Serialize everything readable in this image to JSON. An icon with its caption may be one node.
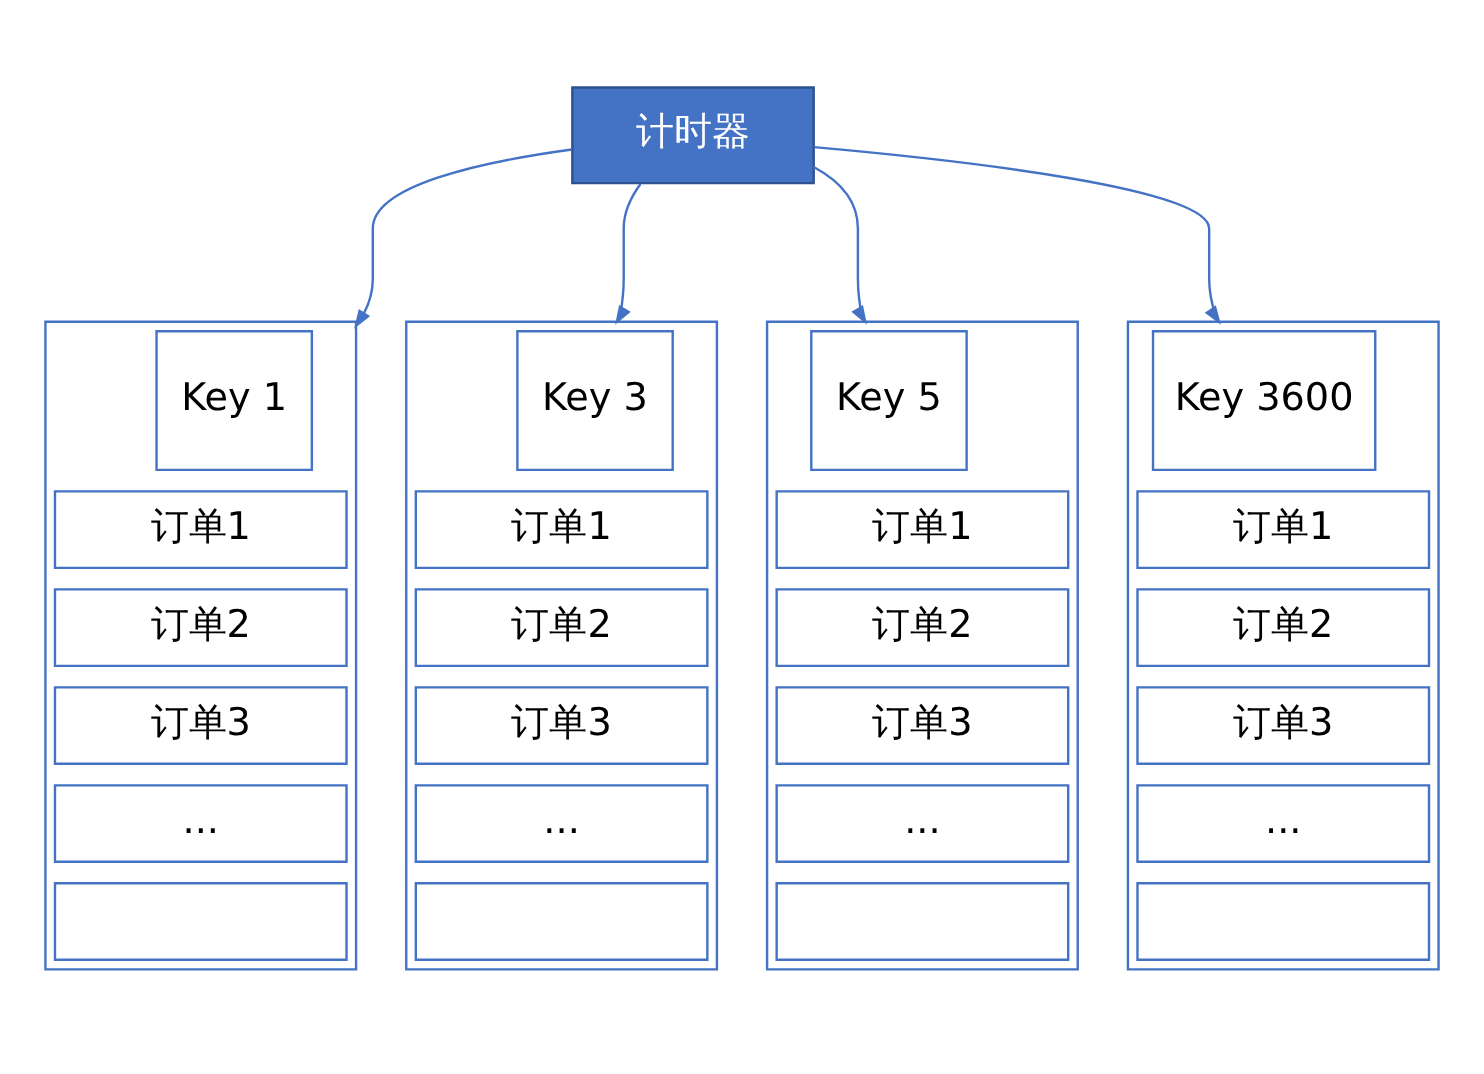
{
  "diagram": {
    "nodes": [
      {
        "text": [
          "计时器"
        ]
      },
      {
        "text": [],
        "shape": "box"
      },
      {
        "text": [
          "Key 1"
        ],
        "in": 1
      },
      {
        "text": [
          "订单1"
        ],
        "in": 1
      },
      {
        "text": [
          "订单2"
        ],
        "in": 1
      },
      {
        "text": [
          "订单3"
        ],
        "in": 1
      },
      {
        "text": [
          "..."
        ],
        "in": 1
      },
      {
        "text": [],
        "shape": "box",
        "in": 1
      },
      {
        "text": [],
        "shape": "box"
      },
      {
        "text": [
          "Key 3"
        ],
        "in": 8
      },
      {
        "text": [
          "订单1"
        ],
        "in": 8
      },
      {
        "text": [
          "订单2"
        ],
        "in": 8
      },
      {
        "text": [
          "订单3"
        ],
        "in": 8
      },
      {
        "text": [
          "..."
        ],
        "in": 8
      },
      {
        "text": [],
        "shape": "box",
        "in": 8
      },
      {
        "text": [],
        "shape": "box"
      },
      {
        "text": [
          "Key 5"
        ],
        "in": 15
      },
      {
        "text": [
          "订单1"
        ],
        "in": 15
      },
      {
        "text": [
          "订单2"
        ],
        "in": 15
      },
      {
        "text": [
          "订单3"
        ],
        "in": 15
      },
      {
        "text": [
          "..."
        ],
        "in": 15
      },
      {
        "text": [],
        "shape": "box",
        "in": 15
      },
      {
        "text": [],
        "shape": "box"
      },
      {
        "text": [
          "Key 3600"
        ],
        "in": 22
      },
      {
        "text": [
          "订单1"
        ],
        "in": 22
      },
      {
        "text": [
          "订单2"
        ],
        "in": 22
      },
      {
        "text": [
          "订单3"
        ],
        "in": 22
      },
      {
        "text": [
          "..."
        ],
        "in": 22
      },
      {
        "text": [],
        "shape": "box",
        "in": 22
      }
    ],
    "edges": [
      {
        "from": 0,
        "to": 1,
        "arrow": "to"
      },
      {
        "from": 0,
        "to": 8,
        "arrow": "to"
      },
      {
        "from": 0,
        "to": 15,
        "arrow": "to"
      },
      {
        "from": 0,
        "to": 22,
        "arrow": "to"
      }
    ]
  }
}
